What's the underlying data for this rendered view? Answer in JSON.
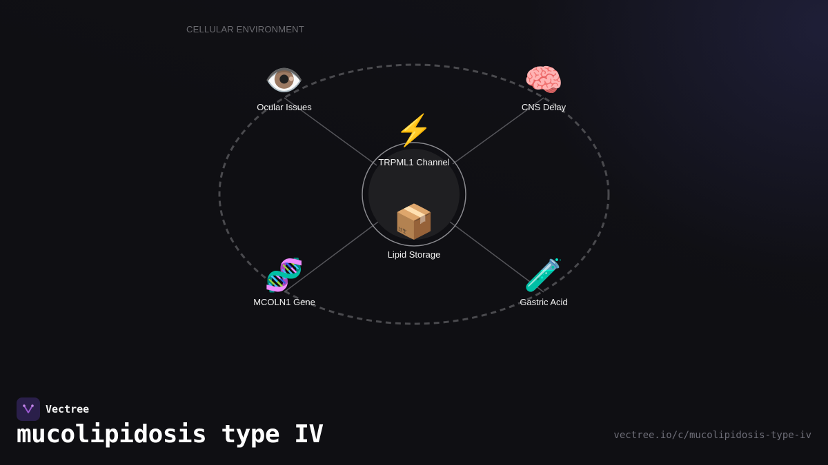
{
  "environment_label": "CELLULAR ENVIRONMENT",
  "center": {
    "top": {
      "label": "TRPML1 Channel",
      "icon": "lightning-icon",
      "glyph": "⚡"
    },
    "bottom": {
      "label": "Lipid Storage",
      "icon": "package-icon",
      "glyph": "📦"
    }
  },
  "nodes": {
    "top_left": {
      "label": "Ocular Issues",
      "icon": "eye-icon",
      "glyph": "👁️"
    },
    "top_right": {
      "label": "CNS Delay",
      "icon": "brain-icon",
      "glyph": "🧠"
    },
    "bottom_left": {
      "label": "MCOLN1 Gene",
      "icon": "dna-icon",
      "glyph": "🧬"
    },
    "bottom_right": {
      "label": "Gastric Acid",
      "icon": "test-tube-icon",
      "glyph": "🧪"
    }
  },
  "brand": {
    "name": "Vectree",
    "logo_color": "#2a1f4a",
    "accent": "#9b59d0"
  },
  "title": "mucolipidosis type IV",
  "url": "vectree.io/c/mucolipidosis-type-iv"
}
